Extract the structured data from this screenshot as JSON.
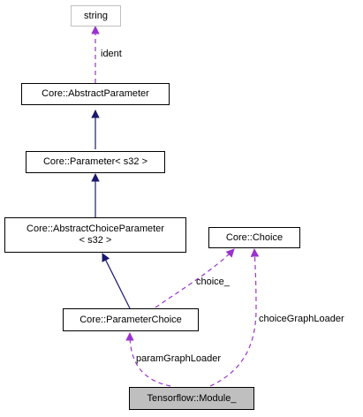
{
  "colors": {
    "inheritance_edge": "#191970",
    "usage_edge": "#9a32cd",
    "external_border": "#bfbfbf",
    "focus_fill": "#bfbfbf"
  },
  "nodes": {
    "string": {
      "label": "string"
    },
    "abstract_parameter": {
      "label": "Core::AbstractParameter"
    },
    "parameter_s32": {
      "label": "Core::Parameter< s32 >"
    },
    "abstract_choice_parameter": {
      "line1": "Core::AbstractChoiceParameter",
      "line2": "< s32 >"
    },
    "choice": {
      "label": "Core::Choice"
    },
    "parameter_choice": {
      "label": "Core::ParameterChoice"
    },
    "module": {
      "label": "Tensorflow::Module_"
    }
  },
  "edge_labels": {
    "ident": "ident",
    "choice": "choice_",
    "choice_graph_loader": "choiceGraphLoader",
    "param_graph_loader": "paramGraphLoader"
  }
}
